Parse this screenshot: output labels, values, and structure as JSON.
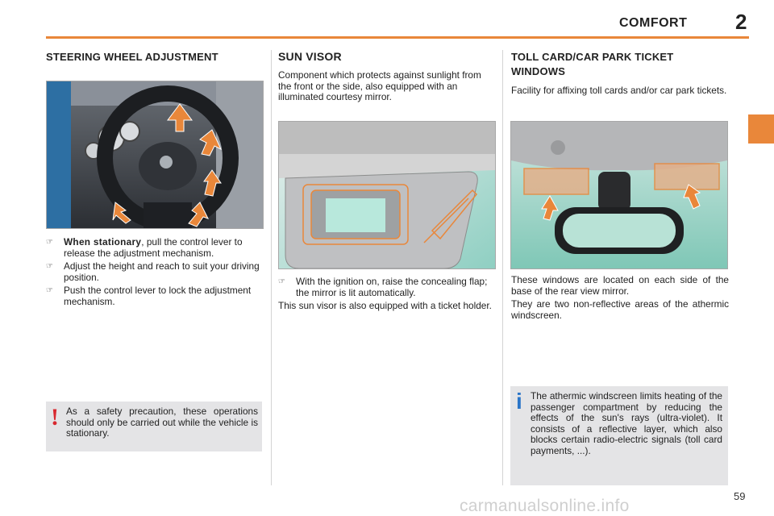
{
  "header": {
    "title": "COMFORT",
    "chapter_number": "2",
    "page_number": "59"
  },
  "steering": {
    "title": "STEERING WHEEL ADJUSTMENT",
    "steps": [
      {
        "bold": "When stationary",
        "text": ", pull the control lever to release the adjustment mechanism."
      },
      {
        "bold": "",
        "text": "Adjust the height and reach to suit your driving position."
      },
      {
        "bold": "",
        "text": "Push the control lever to lock the adjustment mechanism."
      }
    ],
    "warning_text": "As a safety precaution, these operations should only be carried out while the vehicle is stationary.",
    "warning_icon": "exclamation-icon",
    "figure_icon": "steering-wheel-illustration"
  },
  "sun_visor": {
    "title": "SUN VISOR",
    "intro": "Component which protects against sunlight from the front or the side, also equipped with an illuminated courtesy mirror.",
    "steps": [
      {
        "text": "With the ignition on, raise the concealing flap; the mirror is lit automatically."
      }
    ],
    "note": "This sun visor is also equipped with a ticket holder.",
    "figure_icon": "sun-visor-illustration"
  },
  "toll": {
    "title": "TOLL CARD/CAR PARK TICKET WINDOWS",
    "intro": "Facility for affixing toll cards and/or car park tickets.",
    "para1": "These windows are located on each side of the base of the rear view mirror.",
    "para2": "They are two non-reflective areas of the athermic windscreen.",
    "info_text": "The athermic windscreen limits heating of the passenger compartment by reducing the effects of the sun's rays (ultra-violet). It consists of a reflective layer, which also blocks certain radio-electric signals (toll card payments, ...).",
    "info_icon": "info-icon",
    "figure_icon": "rear-view-mirror-illustration"
  },
  "watermark": "carmanualsonline.info",
  "colors": {
    "accent": "#e9873a",
    "warning": "#d8282f",
    "info": "#2a75c8",
    "note_bg": "#e4e4e6"
  },
  "bullet_glyph": "☞"
}
